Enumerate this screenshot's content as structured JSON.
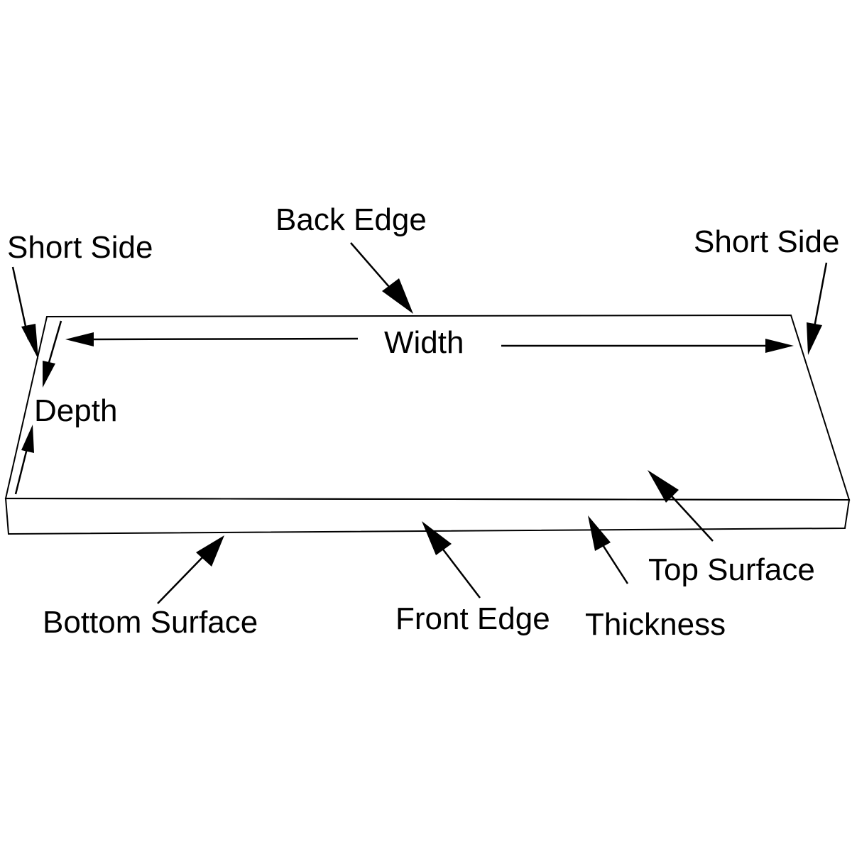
{
  "diagram": {
    "labels": {
      "back_edge": "Back Edge",
      "short_side_left": "Short Side",
      "short_side_right": "Short Side",
      "width": "Width",
      "depth": "Depth",
      "top_surface": "Top Surface",
      "thickness": "Thickness",
      "front_edge": "Front Edge",
      "bottom_surface": "Bottom Surface"
    },
    "colors": {
      "line": "#000000",
      "background": "#ffffff"
    }
  }
}
